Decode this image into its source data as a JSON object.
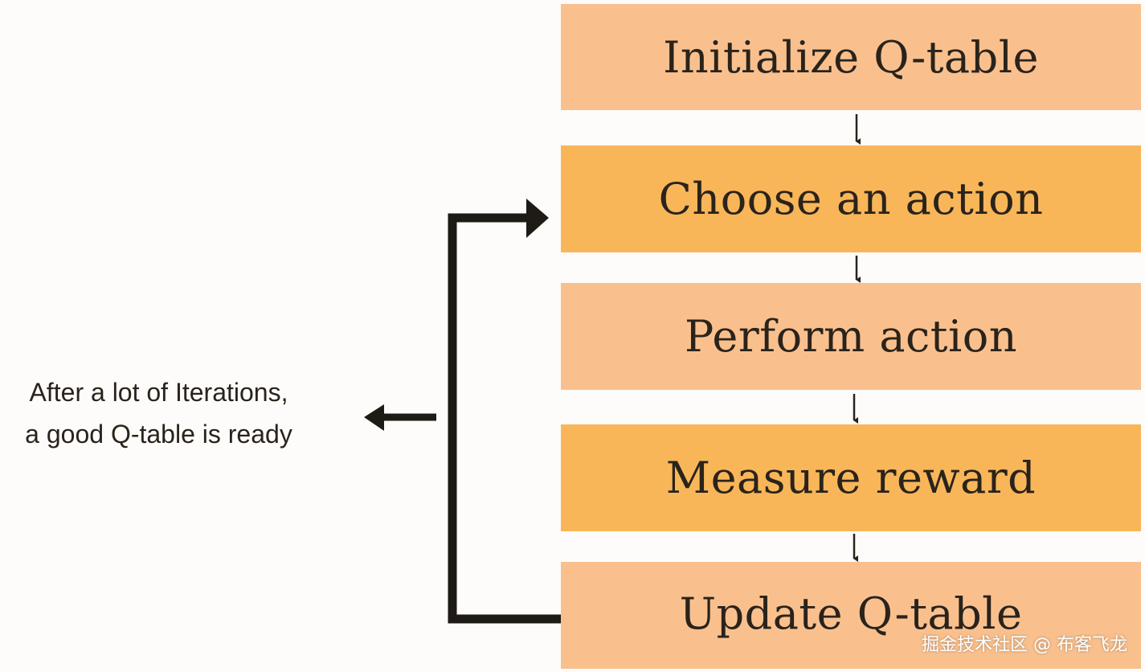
{
  "steps": [
    {
      "label": "Initialize Q-table",
      "tone": "light"
    },
    {
      "label": "Choose an action",
      "tone": "dark"
    },
    {
      "label": "Perform action",
      "tone": "light"
    },
    {
      "label": "Measure reward",
      "tone": "dark"
    },
    {
      "label": "Update Q-table",
      "tone": "light"
    }
  ],
  "note": {
    "line1": "After a lot of Iterations,",
    "line2": "a good Q-table is ready"
  },
  "colors": {
    "light_box": "#f9c08e",
    "dark_box": "#f8b659",
    "ink": "#2a231b"
  },
  "watermark": "掘金技术社区 @ 布客飞龙"
}
